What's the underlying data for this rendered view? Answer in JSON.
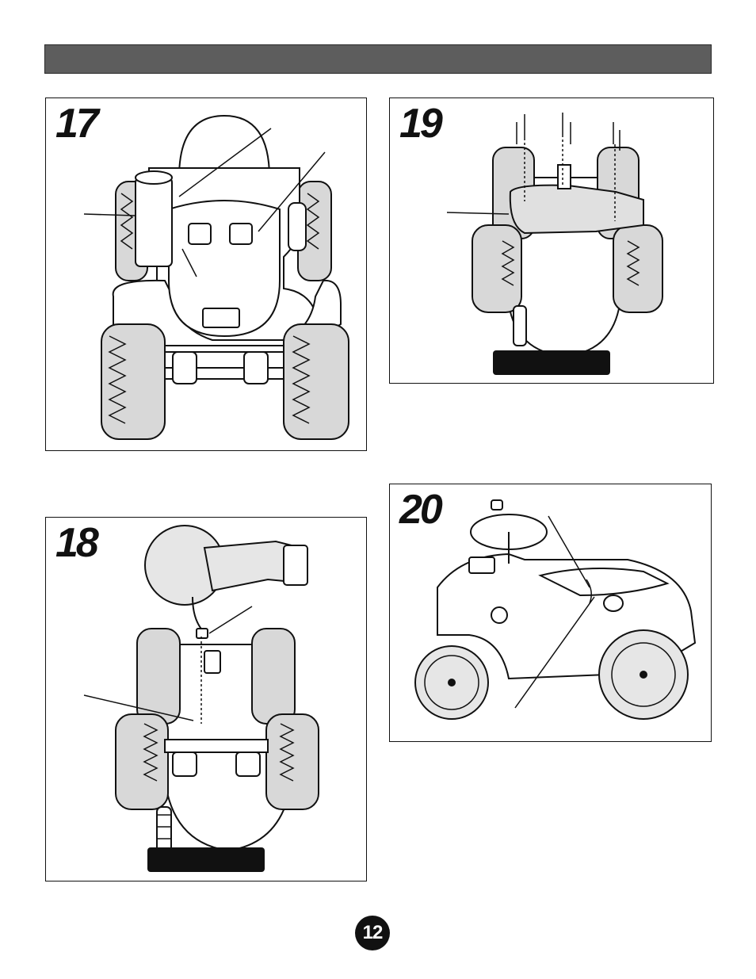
{
  "header": {
    "color": "#5d5d5d"
  },
  "steps": [
    {
      "number": "17"
    },
    {
      "number": "18"
    },
    {
      "number": "19"
    },
    {
      "number": "20"
    }
  ],
  "page_number": "12",
  "icons": {
    "step17": "vehicle-rear-top-view-icon",
    "step18": "gearbox-connection-icon",
    "step19": "gearbox-screws-icon",
    "step20": "vehicle-side-view-icon"
  }
}
